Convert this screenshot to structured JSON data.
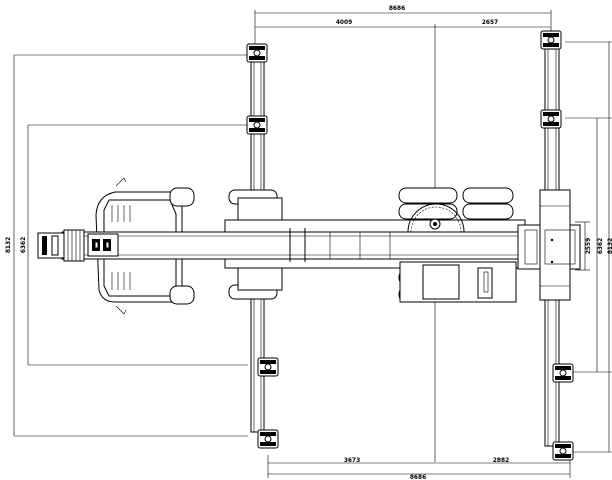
{
  "dimensions": {
    "top_total": "8686",
    "top_left": "4009",
    "top_right": "2657",
    "bottom_total": "8686",
    "bottom_left": "3673",
    "bottom_right": "2882",
    "left_outer": "8132",
    "left_inner": "6362",
    "right_inner": "2559",
    "right_middle": "6362",
    "right_outer": "8132"
  },
  "colors": {
    "line": "#000000",
    "background": "#ffffff"
  }
}
